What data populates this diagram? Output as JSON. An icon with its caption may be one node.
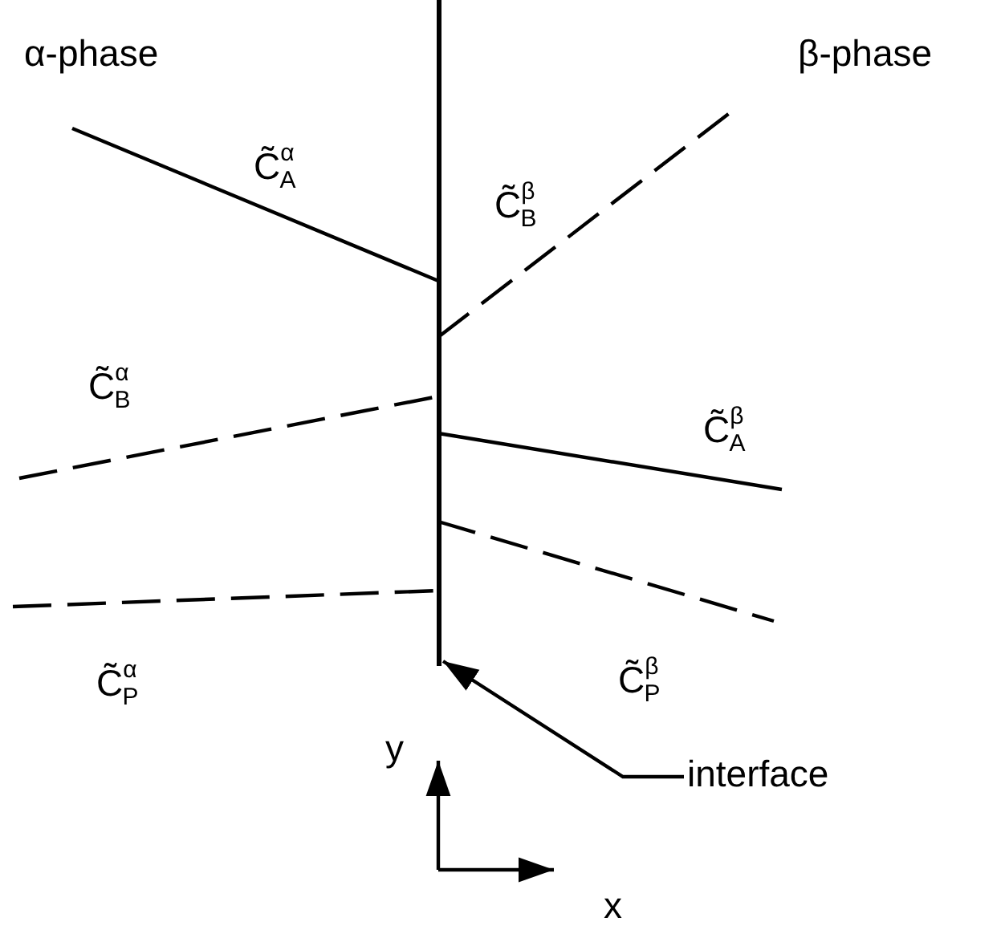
{
  "diagram": {
    "nodes": [
      {
        "text": [],
        "shape": "bar"
      },
      {
        "text": [
          "interface"
        ]
      }
    ],
    "edges": [
      {
        "from": 1,
        "to": 0,
        "arrow": "to"
      }
    ],
    "labels": [
      "α-phase",
      "β-phase",
      "C̃$^{α}$$_{A}$",
      "C̃$^{β}$$_{B}$",
      "C̃$^{α}$$_{B}$",
      "C̃$^{β}$$_{A}$",
      "C̃$^{α}$$_{P}$",
      "C̃$^{β}$$_{P}$",
      "y",
      "x"
    ]
  }
}
